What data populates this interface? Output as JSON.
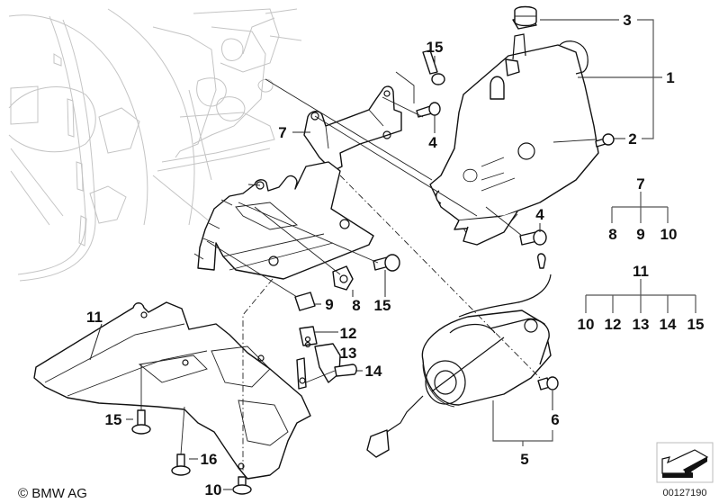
{
  "diagram": {
    "type": "parts-exploded-view",
    "copyright": "© BMW AG",
    "reference_number": "00127190",
    "callouts": {
      "c1": "1",
      "c2": "2",
      "c3": "3",
      "c4a": "4",
      "c4b": "4",
      "c5": "5",
      "c6": "6",
      "c7": "7",
      "c8": "8",
      "c9": "9",
      "c10": "10",
      "c11": "11",
      "c12": "12",
      "c13": "13",
      "c14": "14",
      "c15a": "15",
      "c15b": "15",
      "c15c": "15",
      "c16": "16"
    },
    "tree_7": {
      "parent": "7",
      "children": [
        "8",
        "9",
        "10"
      ]
    },
    "tree_11": {
      "parent": "11",
      "children": [
        "10",
        "12",
        "13",
        "14",
        "15"
      ]
    },
    "bracket_1_3": {
      "members": [
        "3",
        "1",
        "2"
      ]
    },
    "bracket_5_6": {
      "members": [
        "5",
        "6"
      ]
    }
  }
}
